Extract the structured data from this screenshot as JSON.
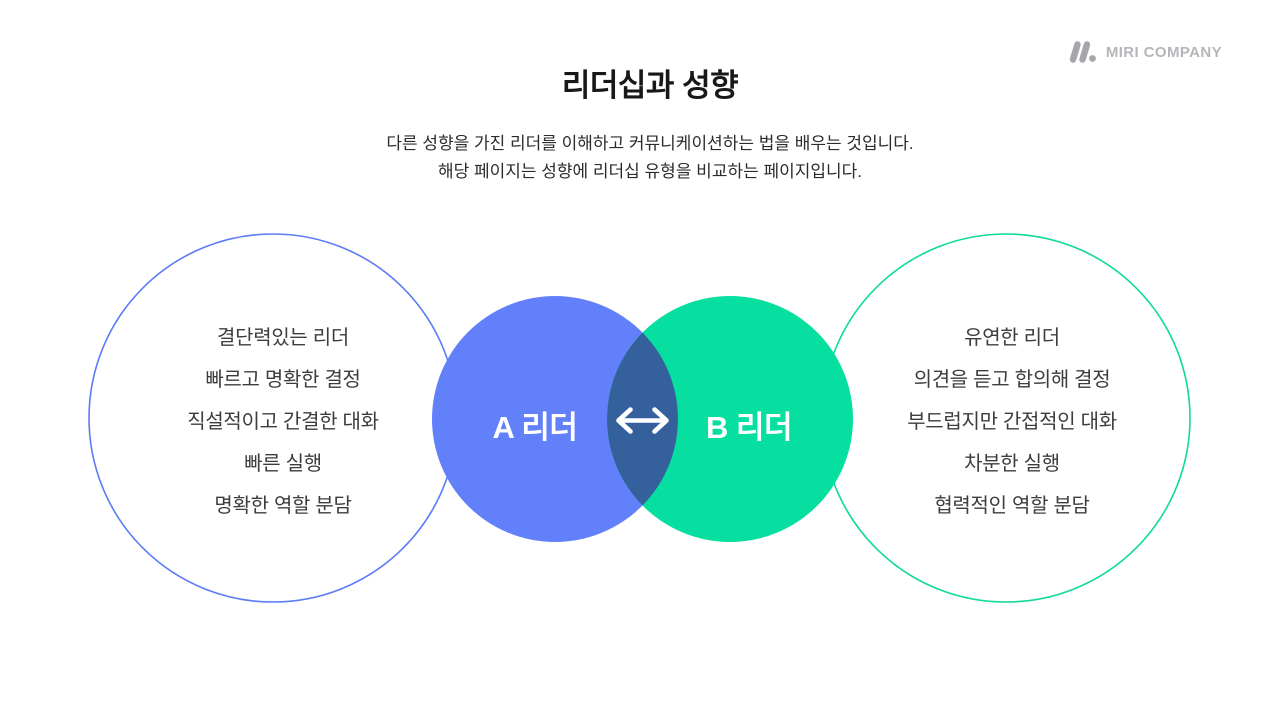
{
  "slide": {
    "title": "리더십과 성향",
    "subtitle_line1": "다른 성향을 가진 리더를 이해하고 커뮤니케이션하는 법을 배우는 것입니다.",
    "subtitle_line2": "해당 페이지는 성향에 리더십 유형을 비교하는 페이지입니다."
  },
  "logo": {
    "company": "MIRI COMPANY",
    "icon": "miri-logo-icon",
    "icon_color": "#a5a6aa",
    "text_color": "#b5b6b9"
  },
  "venn": {
    "left_label": "A 리더",
    "right_label": "B 리더",
    "arrow_icon": "double-headed-arrow-icon",
    "colors": {
      "a_fill": "#6380FB",
      "b_fill": "#06DF9F",
      "overlap_fill": "#34609C",
      "a_outline_stroke": "#5C7BF8",
      "b_outline_stroke": "#0EDA9B",
      "arrow": "#ffffff"
    }
  },
  "leader_a_traits": [
    "결단력있는 리더",
    "빠르고 명확한 결정",
    "직설적이고 간결한 대화",
    "빠른 실행",
    "명확한 역할 분담"
  ],
  "leader_b_traits": [
    "유연한 리더",
    "의견을 듣고 합의해 결정",
    "부드럽지만 간접적인 대화",
    "차분한 실행",
    "협력적인 역할 분담"
  ]
}
